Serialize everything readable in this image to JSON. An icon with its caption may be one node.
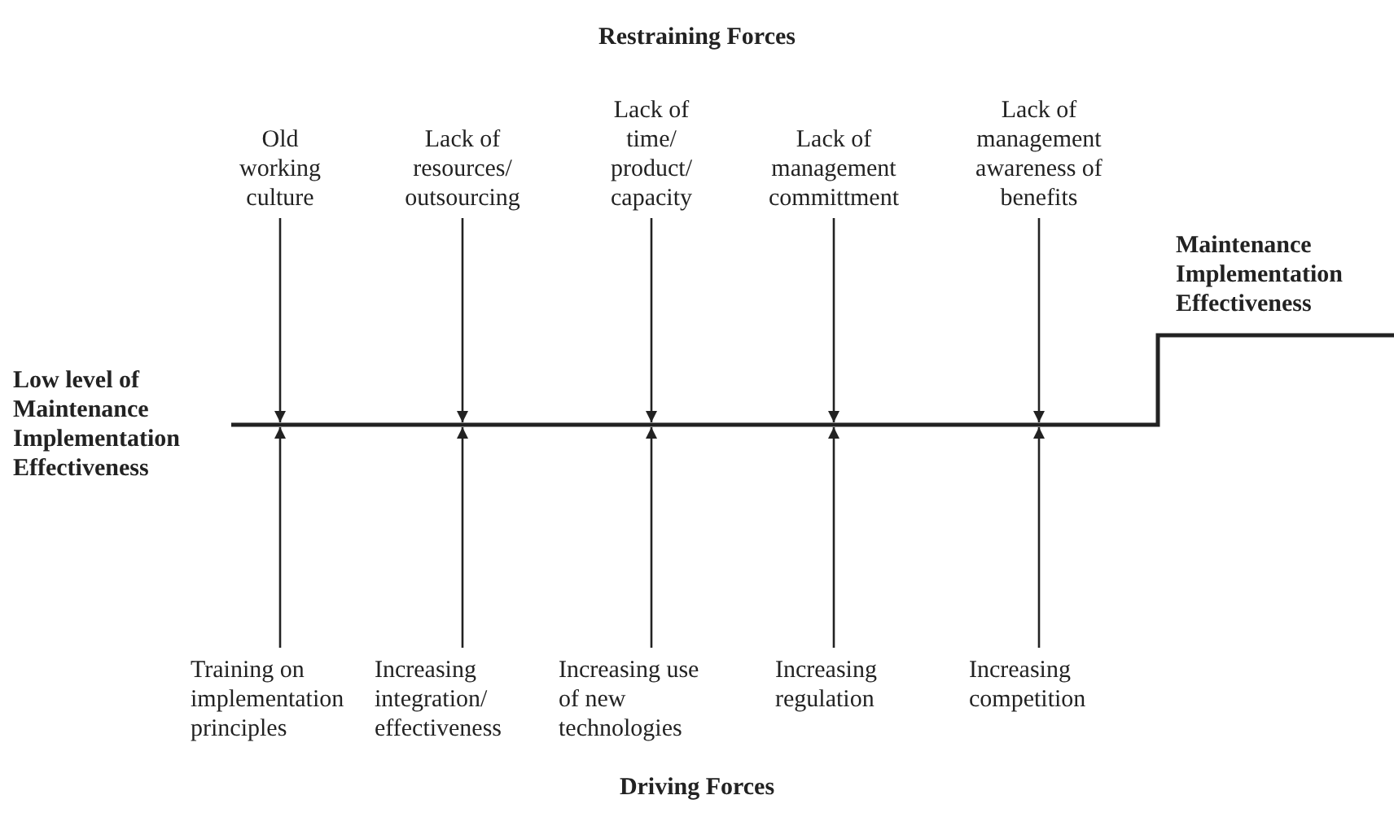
{
  "diagram": {
    "nodes": [
      {
        "text": [
          "Old working culture"
        ]
      },
      {
        "text": [
          "Lack of resources/ outsourcing"
        ]
      },
      {
        "text": [
          "Lack of time/ product/ capacity"
        ]
      },
      {
        "text": [
          "Lack of management committment"
        ]
      },
      {
        "text": [
          "Lack of management awareness of benefits"
        ]
      },
      {
        "text": [],
        "shape": "bar"
      },
      {
        "text": [
          "Training on implementation principles"
        ]
      },
      {
        "text": [
          "Increasing integration/ effectiveness"
        ]
      },
      {
        "text": [
          "Increasing use of new technologies"
        ]
      },
      {
        "text": [
          "Increasing regulation"
        ]
      },
      {
        "text": [
          "Increasing competition"
        ]
      }
    ],
    "edges": [
      {
        "from": 0,
        "to": 5,
        "arrow": "to"
      },
      {
        "from": 1,
        "to": 5,
        "arrow": "to"
      },
      {
        "from": 2,
        "to": 5,
        "arrow": "to"
      },
      {
        "from": 3,
        "to": 5,
        "arrow": "to"
      },
      {
        "from": 4,
        "to": 5,
        "arrow": "to"
      },
      {
        "from": 6,
        "to": 5,
        "arrow": "to"
      },
      {
        "from": 7,
        "to": 5,
        "arrow": "to"
      },
      {
        "from": 8,
        "to": 5,
        "arrow": "to"
      },
      {
        "from": 9,
        "to": 5,
        "arrow": "to"
      },
      {
        "from": 10,
        "to": 5,
        "arrow": "to"
      }
    ],
    "labels": [
      "Restraining Forces",
      "Maintenance Implementation Effectiveness",
      "Low level of Maintenance Implementation Effectiveness",
      "Driving Forces"
    ]
  }
}
